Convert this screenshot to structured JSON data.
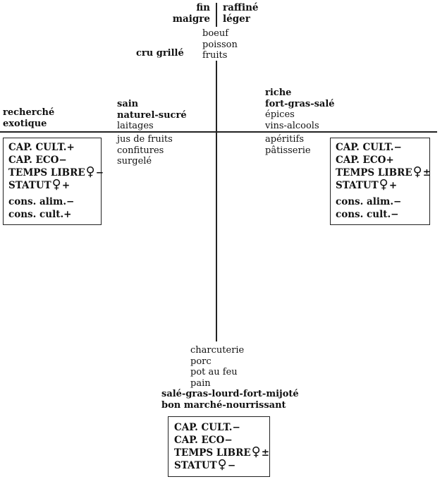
{
  "top": {
    "left_terms": [
      "fin",
      "maigre"
    ],
    "right_terms": [
      "raffiné",
      "léger"
    ],
    "foods": [
      "boeuf",
      "poisson",
      "fruits"
    ],
    "cru": "cru grillé"
  },
  "upper_left": {
    "terms": [
      "recherché",
      "exotique"
    ]
  },
  "upper_center_left": {
    "bold_terms": [
      "sain",
      "naturel-sucré"
    ],
    "foods": [
      "laitages"
    ]
  },
  "upper_right": {
    "bold_terms": [
      "riche",
      "fort-gras-salé"
    ],
    "foods": [
      "épices",
      "vins-alcools"
    ]
  },
  "lower_center_left": {
    "foods": [
      "jus de fruits",
      "confitures",
      "surgelé"
    ]
  },
  "lower_right_foods": {
    "foods": [
      "apéritifs",
      "pâtisserie"
    ]
  },
  "bottom": {
    "foods": [
      "charcuterie",
      "porc",
      "pot au feu",
      "pain"
    ],
    "bold_terms": [
      "salé-gras-lourd-fort-mijoté",
      "bon marché-nourrissant"
    ]
  },
  "female_symbol": "♀",
  "box_left": {
    "lines": [
      {
        "label": "CAP. CULT.",
        "sign": "+"
      },
      {
        "label": "CAP. ECO",
        "sign": "−"
      },
      {
        "label": "TEMPS LIBRE",
        "symbol": "♀",
        "sign": "−"
      },
      {
        "label": "STATUT",
        "symbol": "♀",
        "sign": "+"
      },
      {
        "label": "cons. alim.",
        "sign": "−"
      },
      {
        "label": "cons. cult.",
        "sign": "+"
      }
    ]
  },
  "box_right": {
    "lines": [
      {
        "label": "CAP. CULT.",
        "sign": "−"
      },
      {
        "label": "CAP. ECO",
        "sign": "+"
      },
      {
        "label": "TEMPS LIBRE",
        "symbol": "♀",
        "sign": "±"
      },
      {
        "label": "STATUT",
        "symbol": "♀",
        "sign": "+"
      },
      {
        "label": "cons. alim.",
        "sign": "−"
      },
      {
        "label": "cons. cult.",
        "sign": "−"
      }
    ]
  },
  "box_bottom": {
    "lines": [
      {
        "label": "CAP. CULT.",
        "sign": "−"
      },
      {
        "label": "CAP. ECO",
        "sign": "−"
      },
      {
        "label": "TEMPS LIBRE",
        "symbol": "♀",
        "sign": "±"
      },
      {
        "label": "STATUT",
        "symbol": "♀",
        "sign": "−"
      }
    ]
  }
}
